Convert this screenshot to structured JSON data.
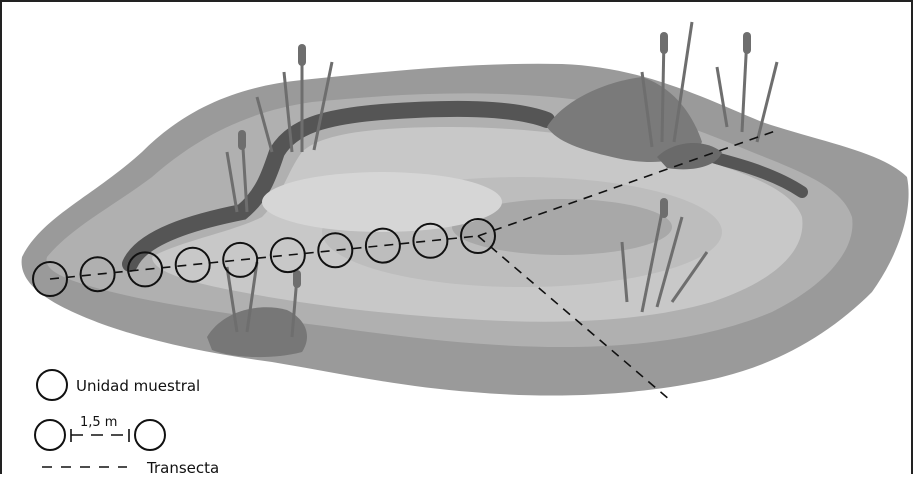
{
  "legend": {
    "sample_unit_label": "Unidad muestral",
    "distance_label": "1,5 m",
    "transect_label": "Transecta"
  },
  "colors": {
    "pond_outer": "#9a9a9a",
    "pond_mid": "#b3b3b3",
    "pond_light": "#cfcfcf",
    "pond_inner": "#a6a6a6",
    "bank_dark": "#555555",
    "rock": "#7a7a7a",
    "reeds": "#6e6e6e",
    "stroke": "#111111"
  },
  "icons": [
    "sample-unit-circle-icon",
    "transect-dash-icon",
    "reed-icon",
    "rock-icon"
  ],
  "sample_units_count": 10
}
